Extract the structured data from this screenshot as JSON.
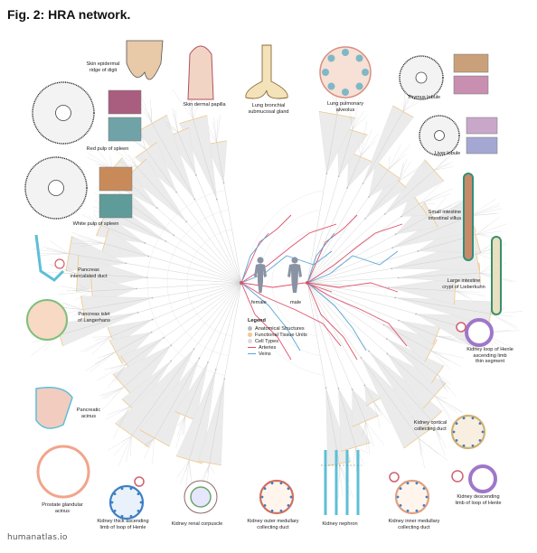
{
  "figure": {
    "title": "Fig. 2: HRA network.",
    "credit": "humanatlas.io"
  },
  "bodies": {
    "female_label": "female",
    "male_label": "male"
  },
  "legend": {
    "title": "Legend",
    "items": [
      {
        "label": "Anatomical Structures",
        "kind": "dot",
        "color": "#b9b9b9"
      },
      {
        "label": "Functional Tissue Units",
        "kind": "dot",
        "color": "#f1c98a"
      },
      {
        "label": "Cell Types",
        "kind": "dot",
        "color": "#dcdcdc"
      },
      {
        "label": "Arteries",
        "kind": "line",
        "color": "#e0506a"
      },
      {
        "label": "Veins",
        "kind": "line",
        "color": "#5aa6d6"
      }
    ]
  },
  "colors": {
    "tree": "#c8c8c8",
    "fan": "#ebebeb",
    "fan_ring": "#f1c98a",
    "artery": "#e0506a",
    "vein": "#5aa6d6"
  },
  "tissues": [
    {
      "id": "skin-epidermal-ridge",
      "label": "Skin epidermal\nridge of digit"
    },
    {
      "id": "skin-dermal-papilla",
      "label": "Skin dermal papilla"
    },
    {
      "id": "lung-bronchial-gland",
      "label": "Lung bronchial\nsubmucosal gland"
    },
    {
      "id": "lung-pulmonary-alveolus",
      "label": "Lung pulmonary\nalveolus"
    },
    {
      "id": "thymus-lobule",
      "label": "Thymus lobule"
    },
    {
      "id": "red-pulp-spleen",
      "label": "Red pulp of spleen"
    },
    {
      "id": "liver-lobule",
      "label": "Liver lobule"
    },
    {
      "id": "white-pulp-spleen",
      "label": "White pulp of spleen"
    },
    {
      "id": "small-intestine-villus",
      "label": "Small intestine\nintestinal villus"
    },
    {
      "id": "pancreas-intercalated-duct",
      "label": "Pancreas\nintercalated duct"
    },
    {
      "id": "large-intestine-crypt",
      "label": "Large intestine\ncrypt of Lieberkuhn"
    },
    {
      "id": "pancreas-islet",
      "label": "Pancreas islet\nof Langerhans"
    },
    {
      "id": "kidney-loop-henle-thin",
      "label": "Kidney loop of Henle\nascending limb\nthin segment"
    },
    {
      "id": "pancreatic-acinus",
      "label": "Pancreatic\nacinus"
    },
    {
      "id": "kidney-cortical-duct",
      "label": "Kidney cortical\ncollecting duct"
    },
    {
      "id": "prostate-acinus",
      "label": "Prostate glandular\nacinus"
    },
    {
      "id": "kidney-thick-ascending",
      "label": "Kidney thick ascending\nlimb of loop of Henle"
    },
    {
      "id": "kidney-renal-corpuscle",
      "label": "Kidney renal corpuscle"
    },
    {
      "id": "kidney-outer-medullary",
      "label": "Kidney outer medullary\ncollecting duct"
    },
    {
      "id": "kidney-nephron",
      "label": "Kidney nephron"
    },
    {
      "id": "kidney-inner-medullary",
      "label": "Kidney inner medullary\ncollecting duct"
    },
    {
      "id": "kidney-descending-limb",
      "label": "Kidney descending\nlimb of loop of Henle"
    }
  ]
}
